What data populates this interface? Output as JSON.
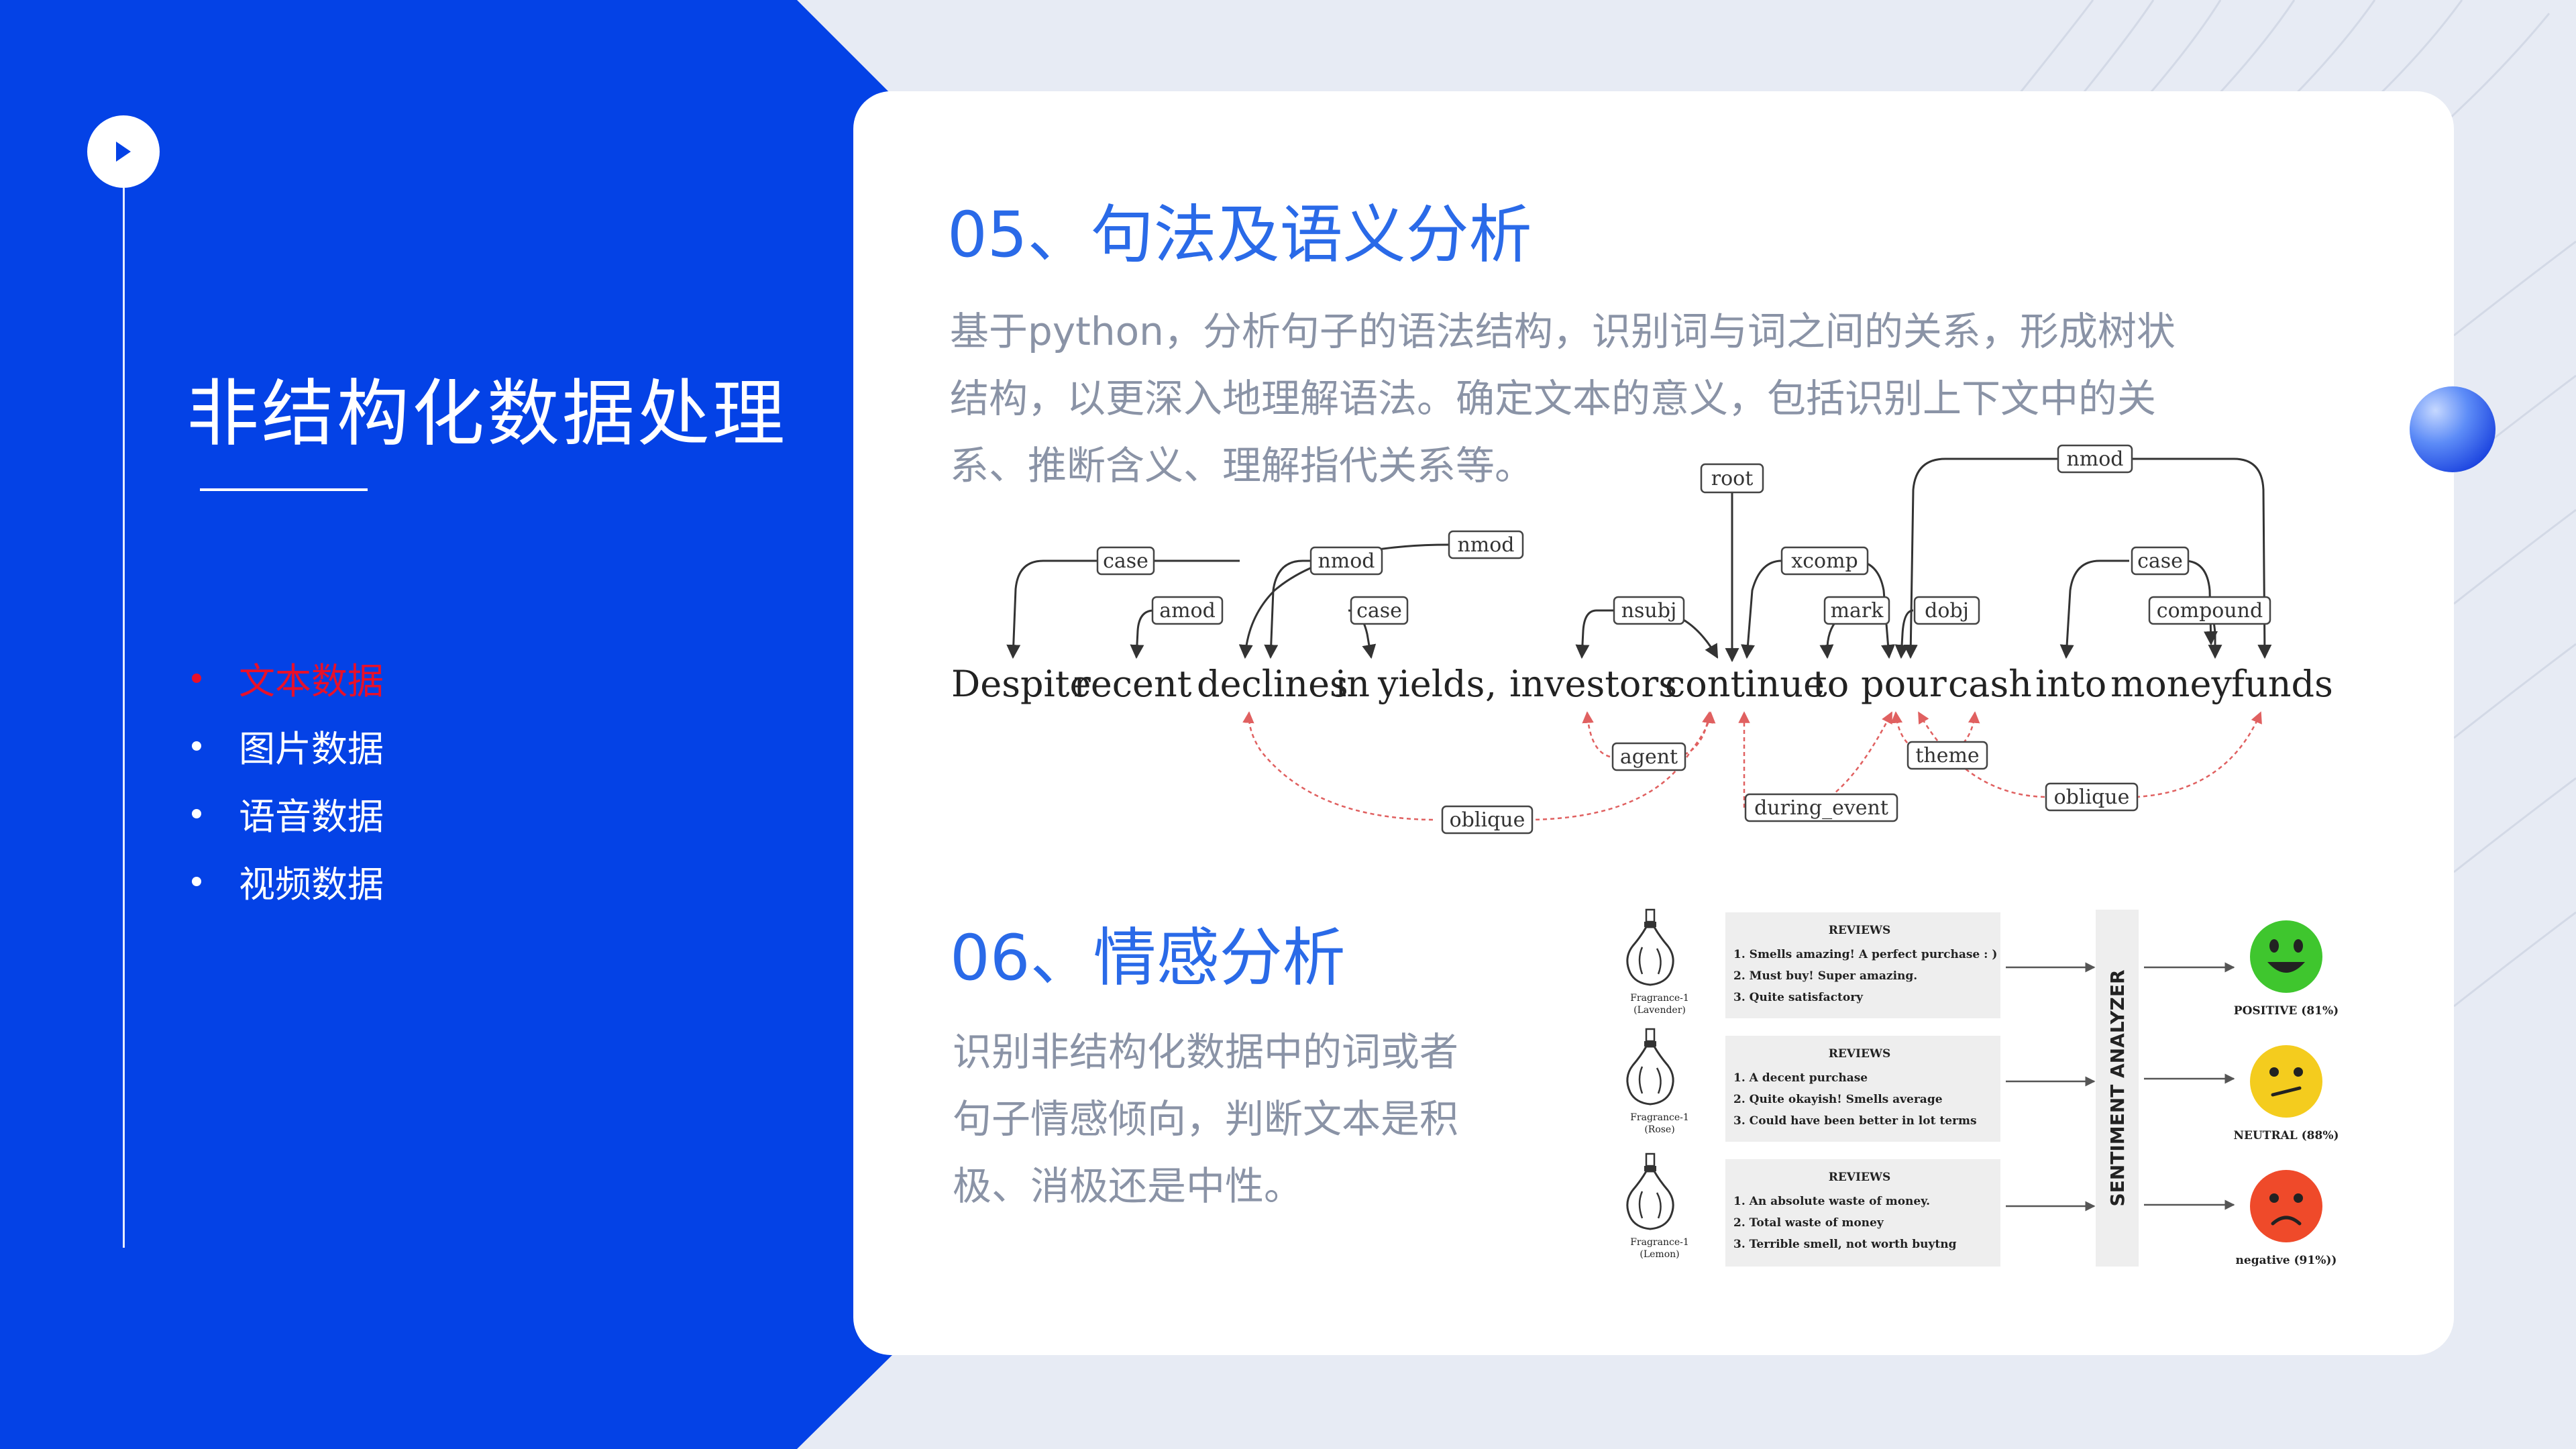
{
  "sidebar": {
    "title": "非结构化数据处理",
    "items": [
      {
        "label": "文本数据",
        "active": true
      },
      {
        "label": "图片数据",
        "active": false
      },
      {
        "label": "语音数据",
        "active": false
      },
      {
        "label": "视频数据",
        "active": false
      }
    ]
  },
  "section05": {
    "title": "05、句法及语义分析",
    "lines": [
      "基于python，分析句子的语法结构，识别词与词之间的关系，形成树状",
      "结构，以更深入地理解语法。确定文本的意义，包括识别上下文中的关",
      "系、推断含义、理解指代关系等。"
    ]
  },
  "parse_diagram": {
    "words": [
      "Despite",
      "recent",
      "declines",
      "in",
      "yields",
      ",",
      "investors",
      "continue",
      "to",
      "pour",
      "cash",
      "into",
      "money",
      "funds"
    ],
    "syntax_labels": [
      "case",
      "amod",
      "nmod",
      "case",
      "nmod",
      "nsubj",
      "root",
      "xcomp",
      "mark",
      "dobj",
      "nmod",
      "case",
      "compound"
    ],
    "semantic_labels": [
      "agent",
      "oblique",
      "during_event",
      "theme",
      "oblique"
    ]
  },
  "section06": {
    "title": "06、情感分析",
    "lines": [
      "识别非结构化数据中的词或者",
      "句子情感倾向，判断文本是积",
      "极、消极还是中性。"
    ]
  },
  "sentiment": {
    "analyzer_label": "SENTIMENT ANALYZER",
    "rows": [
      {
        "product": [
          "Fragrance-1",
          "(Lavender)"
        ],
        "reviews_title": "REVIEWS",
        "reviews": [
          "1. Smells amazing! A perfect purchase : )",
          "2. Must buy! Super amazing.",
          "3. Quite satisfactory"
        ],
        "result": "POSITIVE (81%)",
        "face_color": "#3fc62e"
      },
      {
        "product": [
          "Fragrance-1",
          "(Rose)"
        ],
        "reviews_title": "REVIEWS",
        "reviews": [
          "1. A decent purchase",
          "2. Quite okayish! Smells average",
          "3.  Could have been better in lot terms"
        ],
        "result": "NEUTRAL (88%)",
        "face_color": "#f4cc1e"
      },
      {
        "product": [
          "Fragrance-1",
          "(Lemon)"
        ],
        "reviews_title": "REVIEWS",
        "reviews": [
          "1. An absolute waste of money.",
          "2. Total waste of money",
          "3. Terrible  smell, not worth buytng"
        ],
        "result": "negative (91%))",
        "face_color": "#ef4a2a"
      }
    ]
  }
}
